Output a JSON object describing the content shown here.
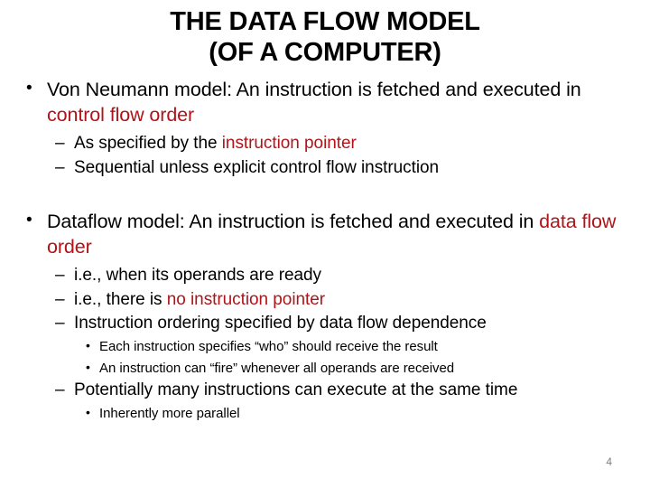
{
  "slide": {
    "background_color": "#FFFFFF",
    "accent_red": "#B01419",
    "text_color": "#000000",
    "title": {
      "line1": "THE DATA FLOW MODEL",
      "line2": "(OF A COMPUTER)"
    },
    "page_number": "4",
    "markers": {
      "level1": "•",
      "level2": "–",
      "level3": "•"
    },
    "content": {
      "b1_lvl1_a": "Von Neumann model: An instruction is fetched and executed in ",
      "b1_lvl1_red": "control flow order",
      "b1_lvl2_1_a": "As specified by the ",
      "b1_lvl2_1_red": "instruction pointer",
      "b1_lvl2_2": "Sequential unless explicit control flow instruction",
      "b2_lvl1_a": "Dataflow model: An instruction is fetched and executed in ",
      "b2_lvl1_red": "data flow order",
      "b2_lvl2_1": "i.e., when its operands are ready",
      "b2_lvl2_2_a": "i.e., there is ",
      "b2_lvl2_2_red": "no instruction pointer",
      "b2_lvl2_3": "Instruction ordering specified by data flow dependence",
      "b2_lvl3_1": "Each instruction specifies “who” should receive the result",
      "b2_lvl3_2": "An instruction can “fire” whenever all operands are received",
      "b2_lvl2_4": "Potentially many instructions can execute at the same time",
      "b2_lvl3_3": "Inherently more parallel"
    }
  }
}
